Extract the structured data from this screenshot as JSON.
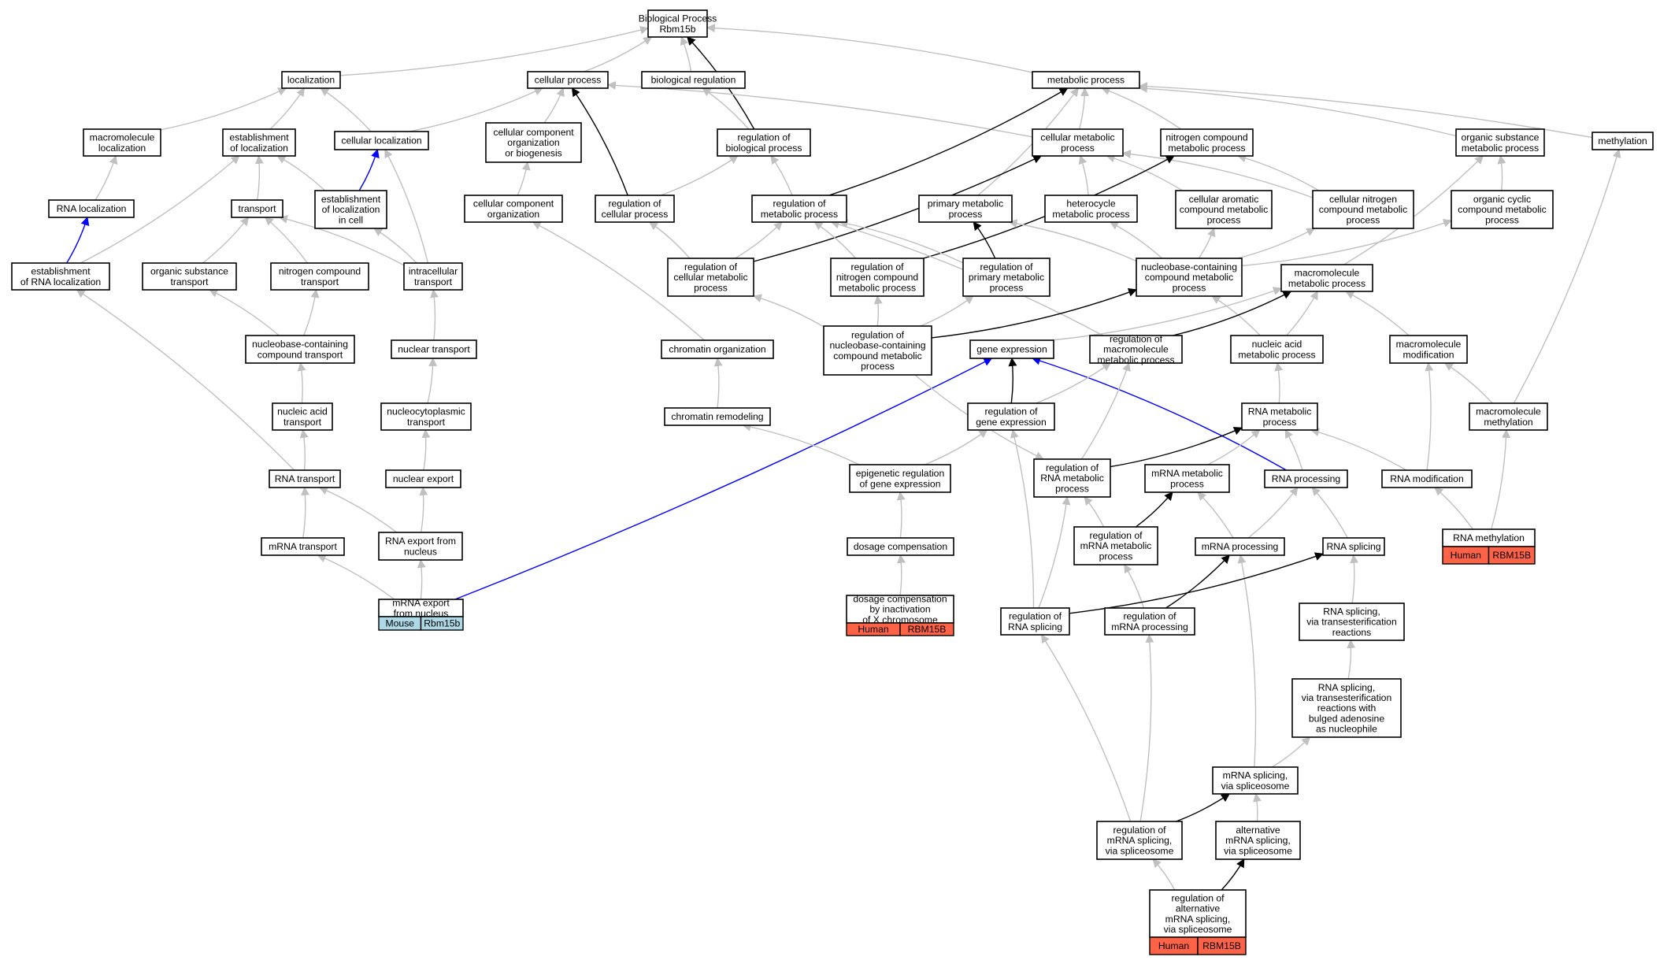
{
  "colors": {
    "gray_edge": "#c0c0c0",
    "black_edge": "#000000",
    "blue_edge": "#0000ff",
    "human_tag": "#ff6347",
    "mouse_tag": "#add8e6"
  },
  "nodes": [
    {
      "id": "bp",
      "lines": [
        "Biological Process",
        "Rbm15b"
      ]
    },
    {
      "id": "loc",
      "lines": [
        "localization"
      ]
    },
    {
      "id": "cellproc",
      "lines": [
        "cellular process"
      ]
    },
    {
      "id": "bioreg",
      "lines": [
        "biological regulation"
      ]
    },
    {
      "id": "metab",
      "lines": [
        "metabolic process"
      ]
    },
    {
      "id": "macroloc",
      "lines": [
        "macromolecule",
        "localization"
      ]
    },
    {
      "id": "estloc",
      "lines": [
        "establishment",
        "of localization"
      ]
    },
    {
      "id": "cellloc",
      "lines": [
        "cellular localization"
      ]
    },
    {
      "id": "ccob",
      "lines": [
        "cellular component",
        "organization",
        "or biogenesis"
      ]
    },
    {
      "id": "regbio",
      "lines": [
        "regulation of",
        "biological process"
      ]
    },
    {
      "id": "cellmetab",
      "lines": [
        "cellular metabolic",
        "process"
      ]
    },
    {
      "id": "nitro",
      "lines": [
        "nitrogen compound",
        "metabolic process"
      ]
    },
    {
      "id": "orgsub",
      "lines": [
        "organic substance",
        "metabolic process"
      ]
    },
    {
      "id": "methyl",
      "lines": [
        "methylation"
      ]
    },
    {
      "id": "rnaloc",
      "lines": [
        "RNA localization"
      ]
    },
    {
      "id": "transport",
      "lines": [
        "transport"
      ]
    },
    {
      "id": "estlocincell",
      "lines": [
        "establishment",
        "of localization",
        "in cell"
      ]
    },
    {
      "id": "cco",
      "lines": [
        "cellular component",
        "organization"
      ]
    },
    {
      "id": "regcell",
      "lines": [
        "regulation of",
        "cellular process"
      ]
    },
    {
      "id": "regmetab",
      "lines": [
        "regulation of",
        "metabolic process"
      ]
    },
    {
      "id": "primmetab",
      "lines": [
        "primary metabolic",
        "process"
      ]
    },
    {
      "id": "hetero",
      "lines": [
        "heterocycle",
        "metabolic process"
      ]
    },
    {
      "id": "cellarom",
      "lines": [
        "cellular aromatic",
        "compound metabolic",
        "process"
      ]
    },
    {
      "id": "cellnitro",
      "lines": [
        "cellular nitrogen",
        "compound metabolic",
        "process"
      ]
    },
    {
      "id": "orgcyc",
      "lines": [
        "organic cyclic",
        "compound metabolic",
        "process"
      ]
    },
    {
      "id": "estrnaloc",
      "lines": [
        "establishment",
        "of RNA localization"
      ]
    },
    {
      "id": "orgsubtrans",
      "lines": [
        "organic substance",
        "transport"
      ]
    },
    {
      "id": "nitrotrans",
      "lines": [
        "nitrogen compound",
        "transport"
      ]
    },
    {
      "id": "intracell",
      "lines": [
        "intracellular",
        "transport"
      ]
    },
    {
      "id": "regcellmetab",
      "lines": [
        "regulation of",
        "cellular metabolic",
        "process"
      ]
    },
    {
      "id": "regnitrometab",
      "lines": [
        "regulation of",
        "nitrogen compound",
        "metabolic process"
      ]
    },
    {
      "id": "regprimmetab",
      "lines": [
        "regulation of",
        "primary metabolic",
        "process"
      ]
    },
    {
      "id": "nucleob",
      "lines": [
        "nucleobase-containing",
        "compound metabolic",
        "process"
      ]
    },
    {
      "id": "macrometab",
      "lines": [
        "macromolecule",
        "metabolic process"
      ]
    },
    {
      "id": "nucleobtrans",
      "lines": [
        "nucleobase-containing",
        "compound transport"
      ]
    },
    {
      "id": "nuctrans",
      "lines": [
        "nuclear transport"
      ]
    },
    {
      "id": "chromorg",
      "lines": [
        "chromatin organization"
      ]
    },
    {
      "id": "regnucleob",
      "lines": [
        "regulation of",
        "nucleobase-containing",
        "compound metabolic",
        "process"
      ]
    },
    {
      "id": "geneexp",
      "lines": [
        "gene expression"
      ]
    },
    {
      "id": "regmacro",
      "lines": [
        "regulation of",
        "macromolecule",
        "metabolic process"
      ]
    },
    {
      "id": "nucacidmetab",
      "lines": [
        "nucleic acid",
        "metabolic process"
      ]
    },
    {
      "id": "macromod",
      "lines": [
        "macromolecule",
        "modification"
      ]
    },
    {
      "id": "nucacidtrans",
      "lines": [
        "nucleic acid",
        "transport"
      ]
    },
    {
      "id": "nucleocyt",
      "lines": [
        "nucleocytoplasmic",
        "transport"
      ]
    },
    {
      "id": "chromrem",
      "lines": [
        "chromatin remodeling"
      ]
    },
    {
      "id": "reggeneexp",
      "lines": [
        "regulation of",
        "gene expression"
      ]
    },
    {
      "id": "rnametab",
      "lines": [
        "RNA metabolic",
        "process"
      ]
    },
    {
      "id": "macromethyl",
      "lines": [
        "macromolecule",
        "methylation"
      ]
    },
    {
      "id": "rnatrans",
      "lines": [
        "RNA transport"
      ]
    },
    {
      "id": "nucexport",
      "lines": [
        "nuclear export"
      ]
    },
    {
      "id": "epigen",
      "lines": [
        "epigenetic regulation",
        "of gene expression"
      ]
    },
    {
      "id": "regrnametab",
      "lines": [
        "regulation of",
        "RNA metabolic",
        "process"
      ]
    },
    {
      "id": "mrnametab",
      "lines": [
        "mRNA metabolic",
        "process"
      ]
    },
    {
      "id": "rnaproc",
      "lines": [
        "RNA processing"
      ]
    },
    {
      "id": "rnamod",
      "lines": [
        "RNA modification"
      ]
    },
    {
      "id": "mrnatrans",
      "lines": [
        "mRNA transport"
      ]
    },
    {
      "id": "rnaexport",
      "lines": [
        "RNA export from",
        "nucleus"
      ]
    },
    {
      "id": "dosage",
      "lines": [
        "dosage compensation"
      ]
    },
    {
      "id": "regmrnametab",
      "lines": [
        "regulation of",
        "mRNA metabolic",
        "process"
      ]
    },
    {
      "id": "mrnaproc",
      "lines": [
        "mRNA processing"
      ]
    },
    {
      "id": "rnasplicing",
      "lines": [
        "RNA splicing"
      ]
    },
    {
      "id": "rnamethyl",
      "lines": [
        "RNA methylation"
      ],
      "tags": [
        {
          "label": "Human",
          "color": "human"
        },
        {
          "label": "RBM15B",
          "color": "human"
        }
      ]
    },
    {
      "id": "mrnaexport",
      "lines": [
        "mRNA export",
        "from nucleus"
      ],
      "tags": [
        {
          "label": "Mouse",
          "color": "mouse"
        },
        {
          "label": "Rbm15b",
          "color": "mouse"
        }
      ]
    },
    {
      "id": "dosageinact",
      "lines": [
        "dosage compensation",
        "by inactivation",
        "of X chromosome"
      ],
      "tags": [
        {
          "label": "Human",
          "color": "human"
        },
        {
          "label": "RBM15B",
          "color": "human"
        }
      ]
    },
    {
      "id": "regrnasplice",
      "lines": [
        "regulation of",
        "RNA splicing"
      ]
    },
    {
      "id": "regmrnaproc",
      "lines": [
        "regulation of",
        "mRNA processing"
      ]
    },
    {
      "id": "rnasplicetrans",
      "lines": [
        "RNA splicing,",
        "via transesterification",
        "reactions"
      ]
    },
    {
      "id": "rnasplicebulged",
      "lines": [
        "RNA splicing,",
        "via transesterification",
        "reactions with",
        "bulged adenosine",
        "as nucleophile"
      ]
    },
    {
      "id": "mrnasplicesp",
      "lines": [
        "mRNA splicing,",
        "via spliceosome"
      ]
    },
    {
      "id": "regmrnasplicesp",
      "lines": [
        "regulation of",
        "mRNA splicing,",
        "via spliceosome"
      ]
    },
    {
      "id": "altmrnasplice",
      "lines": [
        "alternative",
        "mRNA splicing,",
        "via spliceosome"
      ]
    },
    {
      "id": "regalt",
      "lines": [
        "regulation of",
        "alternative",
        "mRNA splicing,",
        "via spliceosome"
      ],
      "tags": [
        {
          "label": "Human",
          "color": "human"
        },
        {
          "label": "RBM15B",
          "color": "human"
        }
      ]
    }
  ],
  "edges": [
    {
      "from": "loc",
      "to": "bp",
      "color": "gray"
    },
    {
      "from": "cellproc",
      "to": "bp",
      "color": "gray"
    },
    {
      "from": "bioreg",
      "to": "bp",
      "color": "gray"
    },
    {
      "from": "metab",
      "to": "bp",
      "color": "gray"
    },
    {
      "from": "regbio",
      "to": "bp",
      "color": "black"
    },
    {
      "from": "macroloc",
      "to": "loc",
      "color": "gray"
    },
    {
      "from": "estloc",
      "to": "loc",
      "color": "gray"
    },
    {
      "from": "cellloc",
      "to": "loc",
      "color": "gray"
    },
    {
      "from": "cellloc",
      "to": "cellproc",
      "color": "gray"
    },
    {
      "from": "ccob",
      "to": "cellproc",
      "color": "gray"
    },
    {
      "from": "cellmetab",
      "to": "cellproc",
      "color": "gray"
    },
    {
      "from": "regcell",
      "to": "cellproc",
      "color": "black"
    },
    {
      "from": "regbio",
      "to": "bioreg",
      "color": "gray"
    },
    {
      "from": "cellmetab",
      "to": "metab",
      "color": "gray"
    },
    {
      "from": "nitro",
      "to": "metab",
      "color": "gray"
    },
    {
      "from": "orgsub",
      "to": "metab",
      "color": "gray"
    },
    {
      "from": "methyl",
      "to": "metab",
      "color": "gray"
    },
    {
      "from": "primmetab",
      "to": "metab",
      "color": "gray"
    },
    {
      "from": "regmetab",
      "to": "metab",
      "color": "black"
    },
    {
      "from": "rnaloc",
      "to": "macroloc",
      "color": "gray"
    },
    {
      "from": "estrnaloc",
      "to": "rnaloc",
      "color": "blue"
    },
    {
      "from": "estrnaloc",
      "to": "estloc",
      "color": "gray"
    },
    {
      "from": "transport",
      "to": "estloc",
      "color": "gray"
    },
    {
      "from": "estlocincell",
      "to": "estloc",
      "color": "gray"
    },
    {
      "from": "estlocincell",
      "to": "cellloc",
      "color": "blue"
    },
    {
      "from": "intracell",
      "to": "cellloc",
      "color": "gray"
    },
    {
      "from": "cco",
      "to": "ccob",
      "color": "gray"
    },
    {
      "from": "regcell",
      "to": "regbio",
      "color": "gray"
    },
    {
      "from": "regmetab",
      "to": "regbio",
      "color": "gray"
    },
    {
      "from": "hetero",
      "to": "cellmetab",
      "color": "gray"
    },
    {
      "from": "cellarom",
      "to": "cellmetab",
      "color": "gray"
    },
    {
      "from": "cellnitro",
      "to": "cellmetab",
      "color": "gray"
    },
    {
      "from": "regcellmetab",
      "to": "cellmetab",
      "color": "black"
    },
    {
      "from": "cellnitro",
      "to": "nitro",
      "color": "gray"
    },
    {
      "from": "regnitrometab",
      "to": "nitro",
      "color": "black"
    },
    {
      "from": "orgcyc",
      "to": "orgsub",
      "color": "gray"
    },
    {
      "from": "macrometab",
      "to": "orgsub",
      "color": "gray"
    },
    {
      "from": "macromethyl",
      "to": "methyl",
      "color": "gray"
    },
    {
      "from": "orgsubtrans",
      "to": "transport",
      "color": "gray"
    },
    {
      "from": "nitrotrans",
      "to": "transport",
      "color": "gray"
    },
    {
      "from": "intracell",
      "to": "transport",
      "color": "gray"
    },
    {
      "from": "intracell",
      "to": "estlocincell",
      "color": "gray"
    },
    {
      "from": "chromorg",
      "to": "cco",
      "color": "gray"
    },
    {
      "from": "regcellmetab",
      "to": "regcell",
      "color": "gray"
    },
    {
      "from": "regcellmetab",
      "to": "regmetab",
      "color": "gray"
    },
    {
      "from": "regnitrometab",
      "to": "regmetab",
      "color": "gray"
    },
    {
      "from": "regprimmetab",
      "to": "regmetab",
      "color": "gray"
    },
    {
      "from": "regmacro",
      "to": "regmetab",
      "color": "gray"
    },
    {
      "from": "regprimmetab",
      "to": "primmetab",
      "color": "black"
    },
    {
      "from": "nucleob",
      "to": "primmetab",
      "color": "gray"
    },
    {
      "from": "nucleob",
      "to": "hetero",
      "color": "gray"
    },
    {
      "from": "nucleob",
      "to": "cellarom",
      "color": "gray"
    },
    {
      "from": "nucleob",
      "to": "cellnitro",
      "color": "gray"
    },
    {
      "from": "nucleob",
      "to": "orgcyc",
      "color": "gray"
    },
    {
      "from": "rnatrans",
      "to": "estrnaloc",
      "color": "gray"
    },
    {
      "from": "nucleobtrans",
      "to": "orgsubtrans",
      "color": "gray"
    },
    {
      "from": "nucleobtrans",
      "to": "nitrotrans",
      "color": "gray"
    },
    {
      "from": "nuctrans",
      "to": "intracell",
      "color": "gray"
    },
    {
      "from": "regnucleob",
      "to": "regcellmetab",
      "color": "gray"
    },
    {
      "from": "regnucleob",
      "to": "regnitrometab",
      "color": "gray"
    },
    {
      "from": "regnucleob",
      "to": "regprimmetab",
      "color": "gray"
    },
    {
      "from": "regnucleob",
      "to": "nucleob",
      "color": "black"
    },
    {
      "from": "nucacidmetab",
      "to": "nucleob",
      "color": "gray"
    },
    {
      "from": "geneexp",
      "to": "macrometab",
      "color": "gray"
    },
    {
      "from": "nucacidmetab",
      "to": "macrometab",
      "color": "gray"
    },
    {
      "from": "macromod",
      "to": "macrometab",
      "color": "gray"
    },
    {
      "from": "regmacro",
      "to": "macrometab",
      "color": "black"
    },
    {
      "from": "nucacidtrans",
      "to": "nucleobtrans",
      "color": "gray"
    },
    {
      "from": "nucleocyt",
      "to": "nuctrans",
      "color": "gray"
    },
    {
      "from": "chromrem",
      "to": "chromorg",
      "color": "gray"
    },
    {
      "from": "reggeneexp",
      "to": "geneexp",
      "color": "black"
    },
    {
      "from": "rnaproc",
      "to": "geneexp",
      "color": "blue"
    },
    {
      "from": "mrnaexport",
      "to": "geneexp",
      "color": "blue"
    },
    {
      "from": "reggeneexp",
      "to": "regmacro",
      "color": "gray"
    },
    {
      "from": "regrnametab",
      "to": "regmacro",
      "color": "gray"
    },
    {
      "from": "rnametab",
      "to": "nucacidmetab",
      "color": "gray"
    },
    {
      "from": "rnamod",
      "to": "macromod",
      "color": "gray"
    },
    {
      "from": "macromethyl",
      "to": "macromod",
      "color": "gray"
    },
    {
      "from": "rnatrans",
      "to": "nucacidtrans",
      "color": "gray"
    },
    {
      "from": "nucexport",
      "to": "nucleocyt",
      "color": "gray"
    },
    {
      "from": "epigen",
      "to": "chromrem",
      "color": "gray"
    },
    {
      "from": "epigen",
      "to": "reggeneexp",
      "color": "gray"
    },
    {
      "from": "regrnasplice",
      "to": "reggeneexp",
      "color": "gray"
    },
    {
      "from": "regrnametab",
      "to": "rnametab",
      "color": "black"
    },
    {
      "from": "mrnametab",
      "to": "rnametab",
      "color": "gray"
    },
    {
      "from": "rnaproc",
      "to": "rnametab",
      "color": "gray"
    },
    {
      "from": "rnamod",
      "to": "rnametab",
      "color": "gray"
    },
    {
      "from": "rnamethyl",
      "to": "macromethyl",
      "color": "gray"
    },
    {
      "from": "mrnatrans",
      "to": "rnatrans",
      "color": "gray"
    },
    {
      "from": "rnaexport",
      "to": "rnatrans",
      "color": "gray"
    },
    {
      "from": "rnaexport",
      "to": "nucexport",
      "color": "gray"
    },
    {
      "from": "dosage",
      "to": "epigen",
      "color": "gray"
    },
    {
      "from": "regnucleob",
      "to": "regrnametab",
      "color": "gray"
    },
    {
      "from": "regmrnametab",
      "to": "regrnametab",
      "color": "gray"
    },
    {
      "from": "regrnasplice",
      "to": "regrnametab",
      "color": "gray"
    },
    {
      "from": "regmrnametab",
      "to": "mrnametab",
      "color": "black"
    },
    {
      "from": "mrnaproc",
      "to": "mrnametab",
      "color": "gray"
    },
    {
      "from": "mrnaproc",
      "to": "rnaproc",
      "color": "gray"
    },
    {
      "from": "rnasplicing",
      "to": "rnaproc",
      "color": "gray"
    },
    {
      "from": "rnamethyl",
      "to": "rnamod",
      "color": "gray"
    },
    {
      "from": "mrnaexport",
      "to": "mrnatrans",
      "color": "gray"
    },
    {
      "from": "mrnaexport",
      "to": "rnaexport",
      "color": "gray"
    },
    {
      "from": "dosageinact",
      "to": "dosage",
      "color": "gray"
    },
    {
      "from": "regmrnaproc",
      "to": "regmrnametab",
      "color": "gray"
    },
    {
      "from": "regmrnaproc",
      "to": "mrnaproc",
      "color": "black"
    },
    {
      "from": "mrnasplicesp",
      "to": "mrnaproc",
      "color": "gray"
    },
    {
      "from": "regrnasplice",
      "to": "rnasplicing",
      "color": "black"
    },
    {
      "from": "rnasplicetrans",
      "to": "rnasplicing",
      "color": "gray"
    },
    {
      "from": "rnasplicebulged",
      "to": "rnasplicetrans",
      "color": "gray"
    },
    {
      "from": "mrnasplicesp",
      "to": "rnasplicebulged",
      "color": "gray"
    },
    {
      "from": "regmrnasplicesp",
      "to": "mrnasplicesp",
      "color": "black"
    },
    {
      "from": "altmrnasplice",
      "to": "mrnasplicesp",
      "color": "gray"
    },
    {
      "from": "regmrnasplicesp",
      "to": "regrnasplice",
      "color": "gray"
    },
    {
      "from": "regmrnasplicesp",
      "to": "regmrnaproc",
      "color": "gray"
    },
    {
      "from": "regalt",
      "to": "regmrnasplicesp",
      "color": "gray"
    },
    {
      "from": "regalt",
      "to": "altmrnasplice",
      "color": "black"
    }
  ]
}
